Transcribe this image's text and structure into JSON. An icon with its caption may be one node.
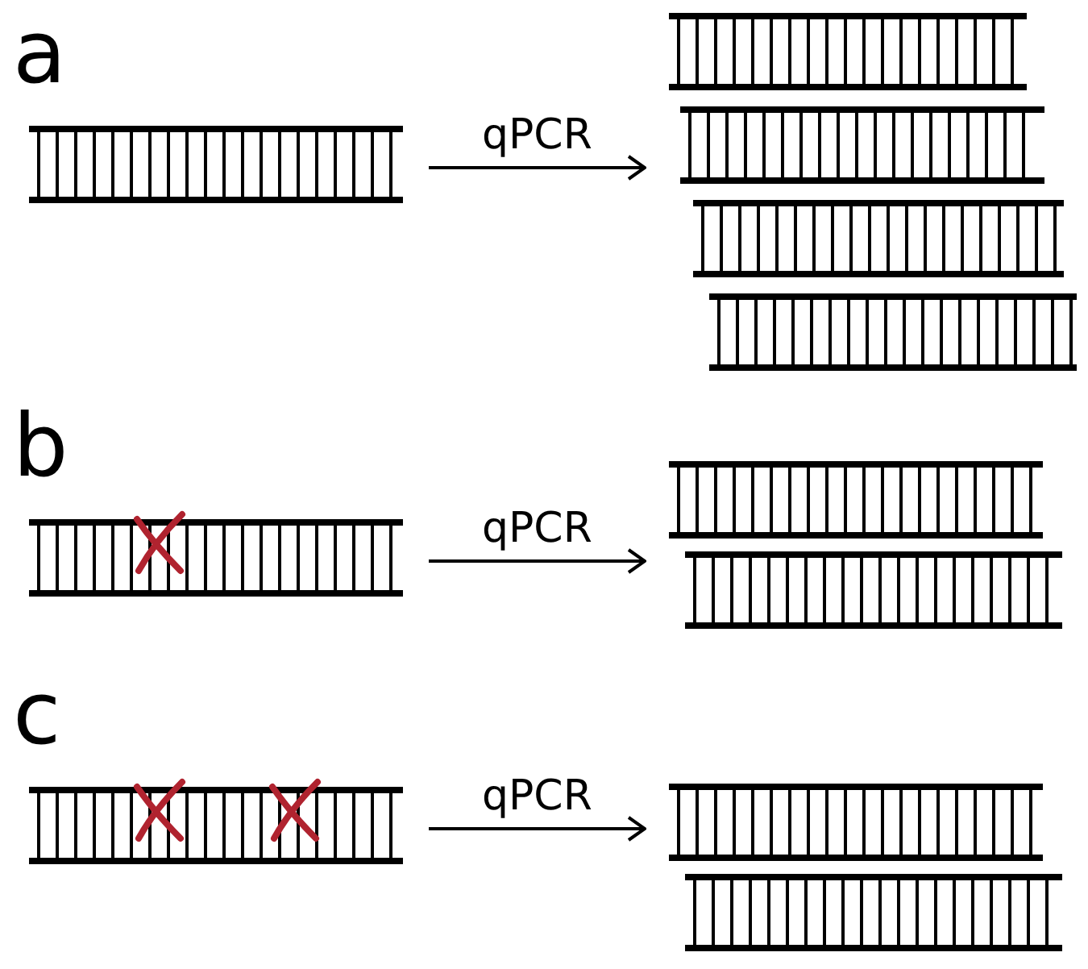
{
  "diagram": {
    "nodes": [
      {
        "text": [],
        "shape": "ladder"
      },
      {
        "text": [],
        "shape": "ladder"
      },
      {
        "text": [],
        "shape": "ladder"
      },
      {
        "text": [],
        "shape": "ladder"
      },
      {
        "text": [],
        "shape": "ladder"
      },
      {
        "text": [],
        "shape": "ladder"
      }
    ],
    "edges": [
      {
        "from": 0,
        "to": 1,
        "arrow": "to",
        "label": "qPCR"
      },
      {
        "from": 2,
        "to": 3,
        "arrow": "to",
        "label": "qPCR"
      },
      {
        "from": 4,
        "to": 5,
        "arrow": "to",
        "label": "qPCR"
      }
    ],
    "labels": [
      "a",
      "b",
      "c"
    ]
  }
}
